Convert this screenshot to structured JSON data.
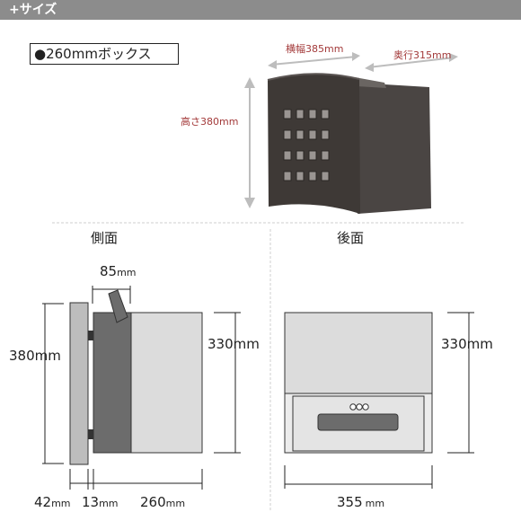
{
  "header": {
    "title": "+サイズ"
  },
  "box_type_label": "●260mmボックス",
  "photo": {
    "width_label": "横幅385mm",
    "depth_label": "奥行315mm",
    "height_label": "高さ380mm"
  },
  "side_view": {
    "title": "側面",
    "opening_value": "85",
    "opening_unit": "mm",
    "height_label": "380mm",
    "body_height_label": "330mm",
    "bottom_dims": [
      {
        "value": "42",
        "unit": "mm"
      },
      {
        "value": "13",
        "unit": "mm"
      },
      {
        "value": "260",
        "unit": "mm"
      }
    ]
  },
  "back_view": {
    "title": "後面",
    "height_label": "330mm",
    "width_value": "355",
    "width_unit": "mm"
  },
  "colors": {
    "header_bg": "#8c8c8c",
    "photo_body": "#3e3936",
    "dimension_red": "#a33a3a",
    "panel_gray": "#bdbdbd",
    "body_light": "#dcdcdc",
    "door_dark": "#6c6c6c"
  }
}
